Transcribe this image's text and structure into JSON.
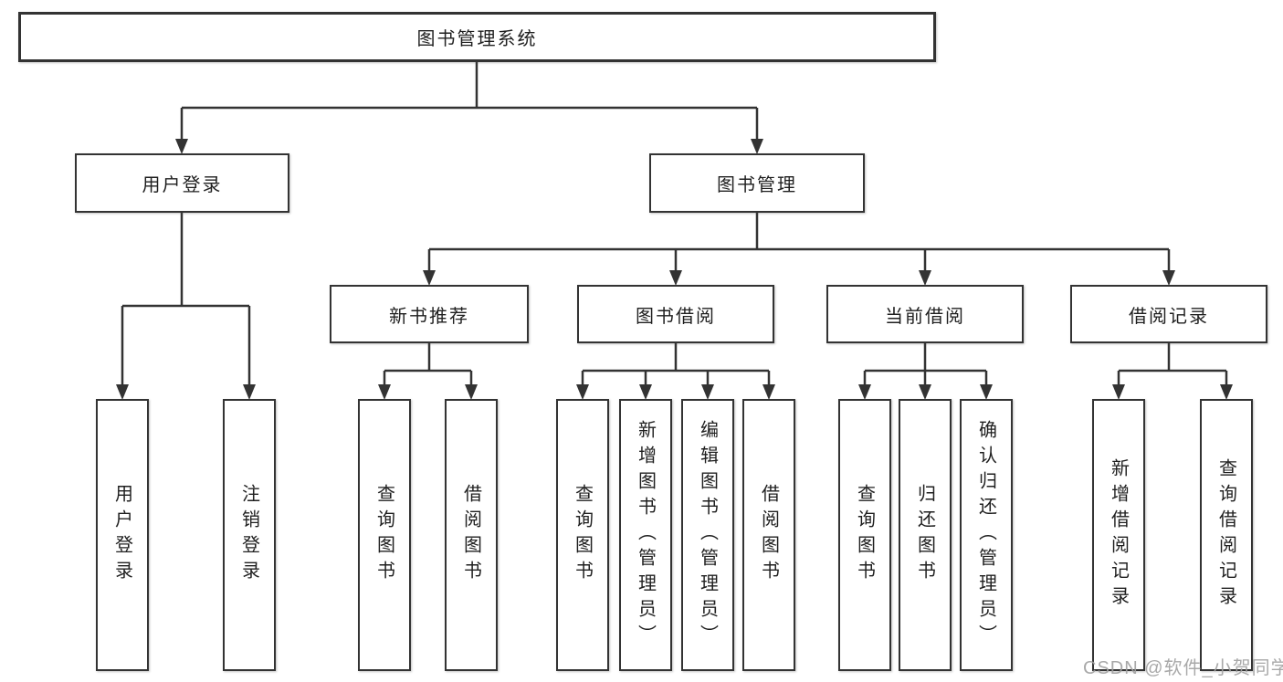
{
  "colors": {
    "line": "#333333",
    "box_border": "#333333",
    "box_fill": "#ffffff",
    "text": "#1f1f1f",
    "watermark": "#a0a0a0",
    "background": "#ffffff"
  },
  "watermark": {
    "text": "CSDN @软件_小贺同学"
  },
  "chart_type": "org-tree",
  "tree": {
    "root": {
      "label": "图书管理系统",
      "children": [
        {
          "label": "用户登录",
          "children": [
            {
              "label": "用户登录"
            },
            {
              "label": "注销登录"
            }
          ]
        },
        {
          "label": "图书管理",
          "children": [
            {
              "label": "新书推荐",
              "children": [
                {
                  "label": "查询图书"
                },
                {
                  "label": "借阅图书"
                }
              ]
            },
            {
              "label": "图书借阅",
              "children": [
                {
                  "label": "查询图书"
                },
                {
                  "label": "新增图书（管理员）"
                },
                {
                  "label": "编辑图书（管理员）"
                },
                {
                  "label": "借阅图书"
                }
              ]
            },
            {
              "label": "当前借阅",
              "children": [
                {
                  "label": "查询图书"
                },
                {
                  "label": "归还图书"
                },
                {
                  "label": "确认归还（管理员）"
                }
              ]
            },
            {
              "label": "借阅记录",
              "children": [
                {
                  "label": "新增借阅记录"
                },
                {
                  "label": "查询借阅记录"
                }
              ]
            }
          ]
        }
      ]
    }
  }
}
